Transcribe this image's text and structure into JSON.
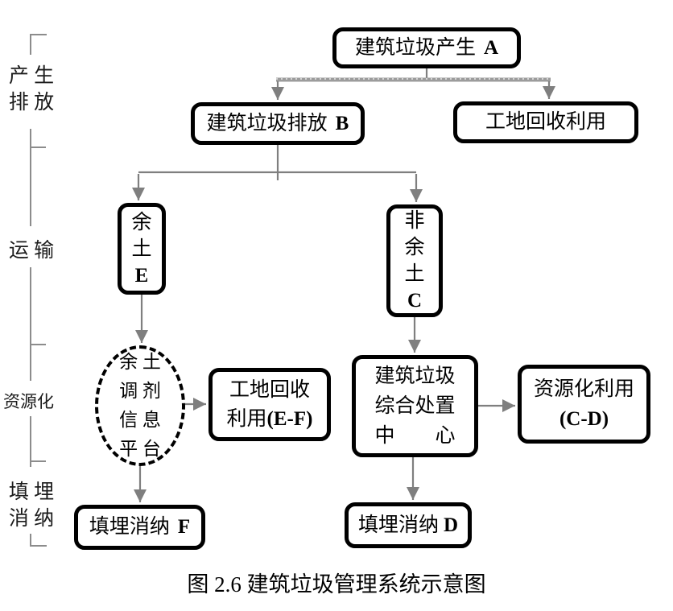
{
  "figure": {
    "caption": "图 2.6 建筑垃圾管理系统示意图"
  },
  "stages": {
    "produce_line1": "产 生",
    "produce_line2": "排 放",
    "transport": "运 输",
    "resource": "资源化",
    "landfill_line1": "填 埋",
    "landfill_line2": "消 纳"
  },
  "nodes": {
    "generation": {
      "label": "建筑垃圾产生",
      "code": "A"
    },
    "discharge": {
      "label": "建筑垃圾排放",
      "code": "B"
    },
    "site_recycling": {
      "label": "工地回收利用"
    },
    "surplus_soil": {
      "char1": "余",
      "char2": "土",
      "code": "E"
    },
    "non_surplus_soil": {
      "char1": "非",
      "char2": "余",
      "char3": "土",
      "code": "C"
    },
    "soil_info_platform": {
      "line1": "余 土",
      "line2": "调 剂",
      "line3": "信 息",
      "line4": "平 台"
    },
    "site_recycling_ef": {
      "line1": "工地回收",
      "line2_text": "利用",
      "line2_code": "(E-F)"
    },
    "disposal_center": {
      "line1": "建筑垃圾",
      "line2": "综合处置",
      "line3": "中　　心"
    },
    "resource_utilization_cd": {
      "line1": "资源化利用",
      "line2": "(C-D)"
    },
    "landfill_f": {
      "label": "填埋消纳",
      "code": "F"
    },
    "landfill_d": {
      "label": "填埋消纳",
      "code": "D"
    }
  },
  "colors": {
    "connector": "#7f7f7f",
    "branch_line": "#9c9c9c",
    "rail": "#8c8c8c",
    "box_border": "#000000",
    "box_fill": "#ffffff",
    "text": "#000000"
  }
}
